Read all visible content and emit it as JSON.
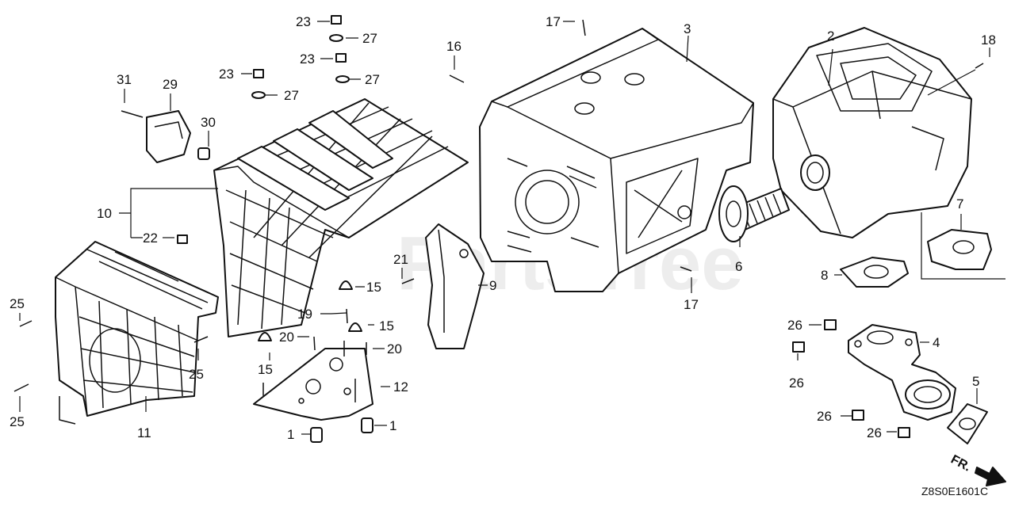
{
  "diagram": {
    "watermark": "PartsTree",
    "drawing_code": "Z8S0E1601C",
    "direction_label": "FR."
  },
  "callouts": [
    {
      "key": "c1a",
      "label": "1"
    },
    {
      "key": "c1b",
      "label": "1"
    },
    {
      "key": "c2",
      "label": "2"
    },
    {
      "key": "c3",
      "label": "3"
    },
    {
      "key": "c4",
      "label": "4"
    },
    {
      "key": "c5",
      "label": "5"
    },
    {
      "key": "c6",
      "label": "6"
    },
    {
      "key": "c7",
      "label": "7"
    },
    {
      "key": "c8",
      "label": "8"
    },
    {
      "key": "c9",
      "label": "9"
    },
    {
      "key": "c10",
      "label": "10"
    },
    {
      "key": "c11",
      "label": "11"
    },
    {
      "key": "c12",
      "label": "12"
    },
    {
      "key": "c15a",
      "label": "15"
    },
    {
      "key": "c15b",
      "label": "15"
    },
    {
      "key": "c15c",
      "label": "15"
    },
    {
      "key": "c16",
      "label": "16"
    },
    {
      "key": "c17a",
      "label": "17"
    },
    {
      "key": "c17b",
      "label": "17"
    },
    {
      "key": "c18",
      "label": "18"
    },
    {
      "key": "c19",
      "label": "19"
    },
    {
      "key": "c20a",
      "label": "20"
    },
    {
      "key": "c20b",
      "label": "20"
    },
    {
      "key": "c21",
      "label": "21"
    },
    {
      "key": "c22",
      "label": "22"
    },
    {
      "key": "c23a",
      "label": "23"
    },
    {
      "key": "c23b",
      "label": "23"
    },
    {
      "key": "c23c",
      "label": "23"
    },
    {
      "key": "c25a",
      "label": "25"
    },
    {
      "key": "c25b",
      "label": "25"
    },
    {
      "key": "c25c",
      "label": "25"
    },
    {
      "key": "c26a",
      "label": "26"
    },
    {
      "key": "c26b",
      "label": "26"
    },
    {
      "key": "c26c",
      "label": "26"
    },
    {
      "key": "c26d",
      "label": "26"
    },
    {
      "key": "c27a",
      "label": "27"
    },
    {
      "key": "c27b",
      "label": "27"
    },
    {
      "key": "c27c",
      "label": "27"
    },
    {
      "key": "c29",
      "label": "29"
    },
    {
      "key": "c30",
      "label": "30"
    },
    {
      "key": "c31",
      "label": "31"
    }
  ]
}
